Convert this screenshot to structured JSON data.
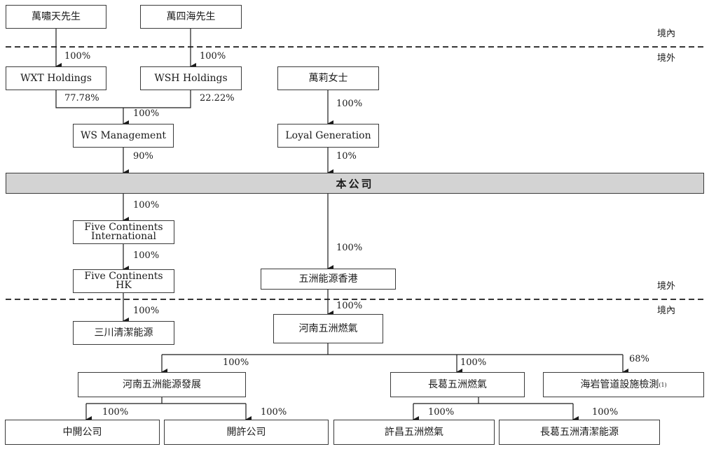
{
  "entities": {
    "wan_xiaotian": "萬嘯天先生",
    "wan_sihai": "萬四海先生",
    "wxt": "WXT Holdings",
    "wsh": "WSH  Holdings",
    "wan_li": "萬莉女士",
    "ws_mgmt": "WS Management",
    "loyal": "Loyal Generation",
    "company": "本公司",
    "fci": "Five Continents\nInternational",
    "fchk": "Five Continents\nHK",
    "wuzhou_hk": "五洲能源香港",
    "sanchuan": "三川清潔能源",
    "henan_gas": "河南五洲燃氣",
    "henan_dev": "河南五洲能源發展",
    "changge_gas": "長葛五洲燃氣",
    "haiyan": "海岩管道設施檢測",
    "haiyan_note": "(1)",
    "zhongkai": "中開公司",
    "kaixu": "開許公司",
    "xuchang": "許昌五洲燃氣",
    "changge_clean": "長葛五洲清潔能源"
  },
  "percentages": {
    "wan_xiaotian_to_wxt": "100%",
    "wan_sihai_to_wsh": "100%",
    "wxt_to_ws": "77.78%",
    "wsh_to_ws": "22.22%",
    "holdings_to_ws": "100%",
    "wan_li_to_loyal": "100%",
    "ws_to_company": "90%",
    "loyal_to_company": "10%",
    "company_to_fci": "100%",
    "fci_to_fchk": "100%",
    "company_to_wuzhou_hk": "100%",
    "fchk_to_sanchuan": "100%",
    "wuzhou_hk_to_henan_gas": "100%",
    "henan_gas_to_dev": "100%",
    "henan_gas_to_changge": "100%",
    "henan_gas_to_haiyan": "68%",
    "dev_to_zhongkai": "100%",
    "dev_to_kaixu": "100%",
    "changge_to_xuchang": "100%",
    "changge_to_clean": "100%"
  },
  "zones": {
    "top_domestic": "境內",
    "top_overseas": "境外",
    "mid_overseas": "境外",
    "mid_domestic": "境內"
  }
}
